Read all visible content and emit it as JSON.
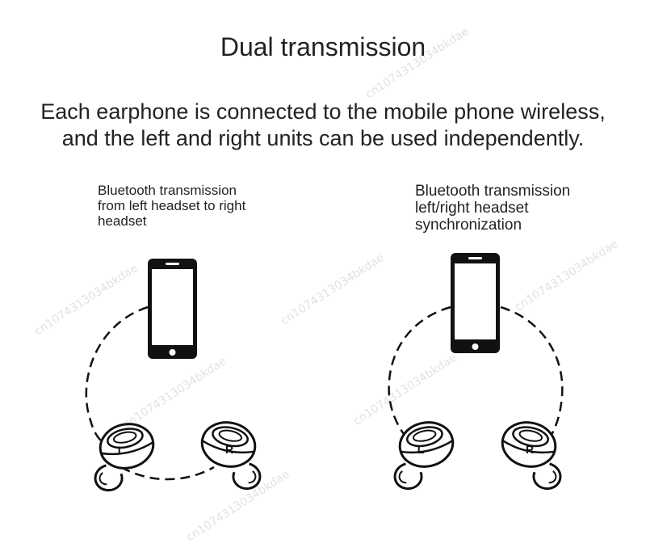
{
  "title": "Dual transmission",
  "subtitle": {
    "line1": "Each earphone is connected to the mobile phone wireless,",
    "line2": "and the left and right units can be used independently."
  },
  "left_diagram": {
    "caption": "Bluetooth transmission\nfrom left headset to right\nheadset",
    "earbud_left_label": "L",
    "earbud_right_label": "R"
  },
  "right_diagram": {
    "caption": "Bluetooth transmission\nleft/right headset\nsynchronization",
    "earbud_left_label": "L",
    "earbud_right_label": "R"
  },
  "watermark_text": "cn1074313034bkdae",
  "colors": {
    "ink": "#111111",
    "text": "#222222",
    "background": "#ffffff"
  }
}
